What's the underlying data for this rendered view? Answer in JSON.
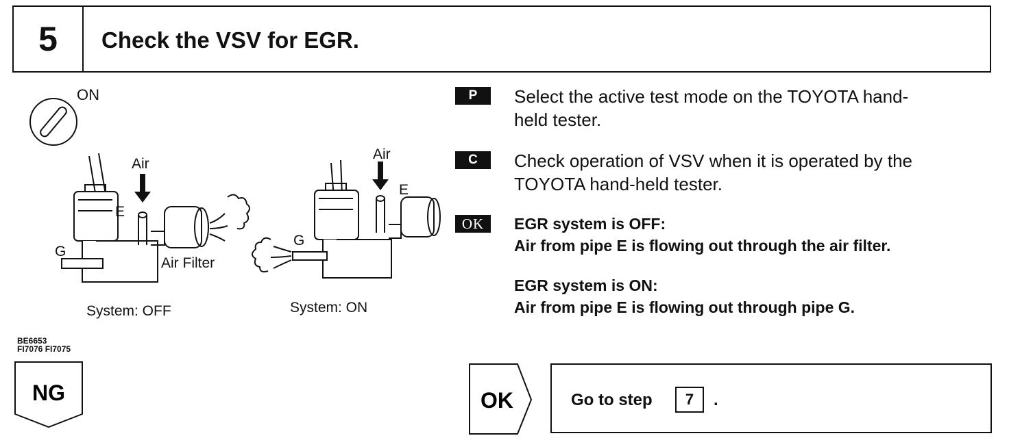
{
  "header": {
    "step_number": "5",
    "title": "Check the VSV for EGR."
  },
  "figure": {
    "ignition_label": "ON",
    "left": {
      "air_label": "Air",
      "pipe_e": "E",
      "pipe_g": "G",
      "filter_label": "Air Filter",
      "caption": "System: OFF"
    },
    "right": {
      "air_label": "Air",
      "pipe_e": "E",
      "pipe_g": "G",
      "caption": "System: ON"
    },
    "codes": [
      "BE6653",
      "FI7076 FI7075"
    ]
  },
  "steps": [
    {
      "badge": "P",
      "lines": [
        "Select the active test mode on the TOYOTA hand-",
        "held tester."
      ]
    },
    {
      "badge": "C",
      "lines": [
        "Check operation of VSV when it is operated by the",
        "TOYOTA hand-held tester."
      ]
    }
  ],
  "ok_result": {
    "badge": "OK",
    "off_title": "EGR system is OFF:",
    "off_text": "Air from pipe E is flowing out through the air filter.",
    "on_title": "EGR system is ON:",
    "on_text": "Air from pipe E is flowing out through pipe G."
  },
  "outcomes": {
    "ng_label": "NG",
    "ok_label": "OK",
    "goto_text": "Go to step",
    "goto_step": "7",
    "goto_suffix": "."
  }
}
